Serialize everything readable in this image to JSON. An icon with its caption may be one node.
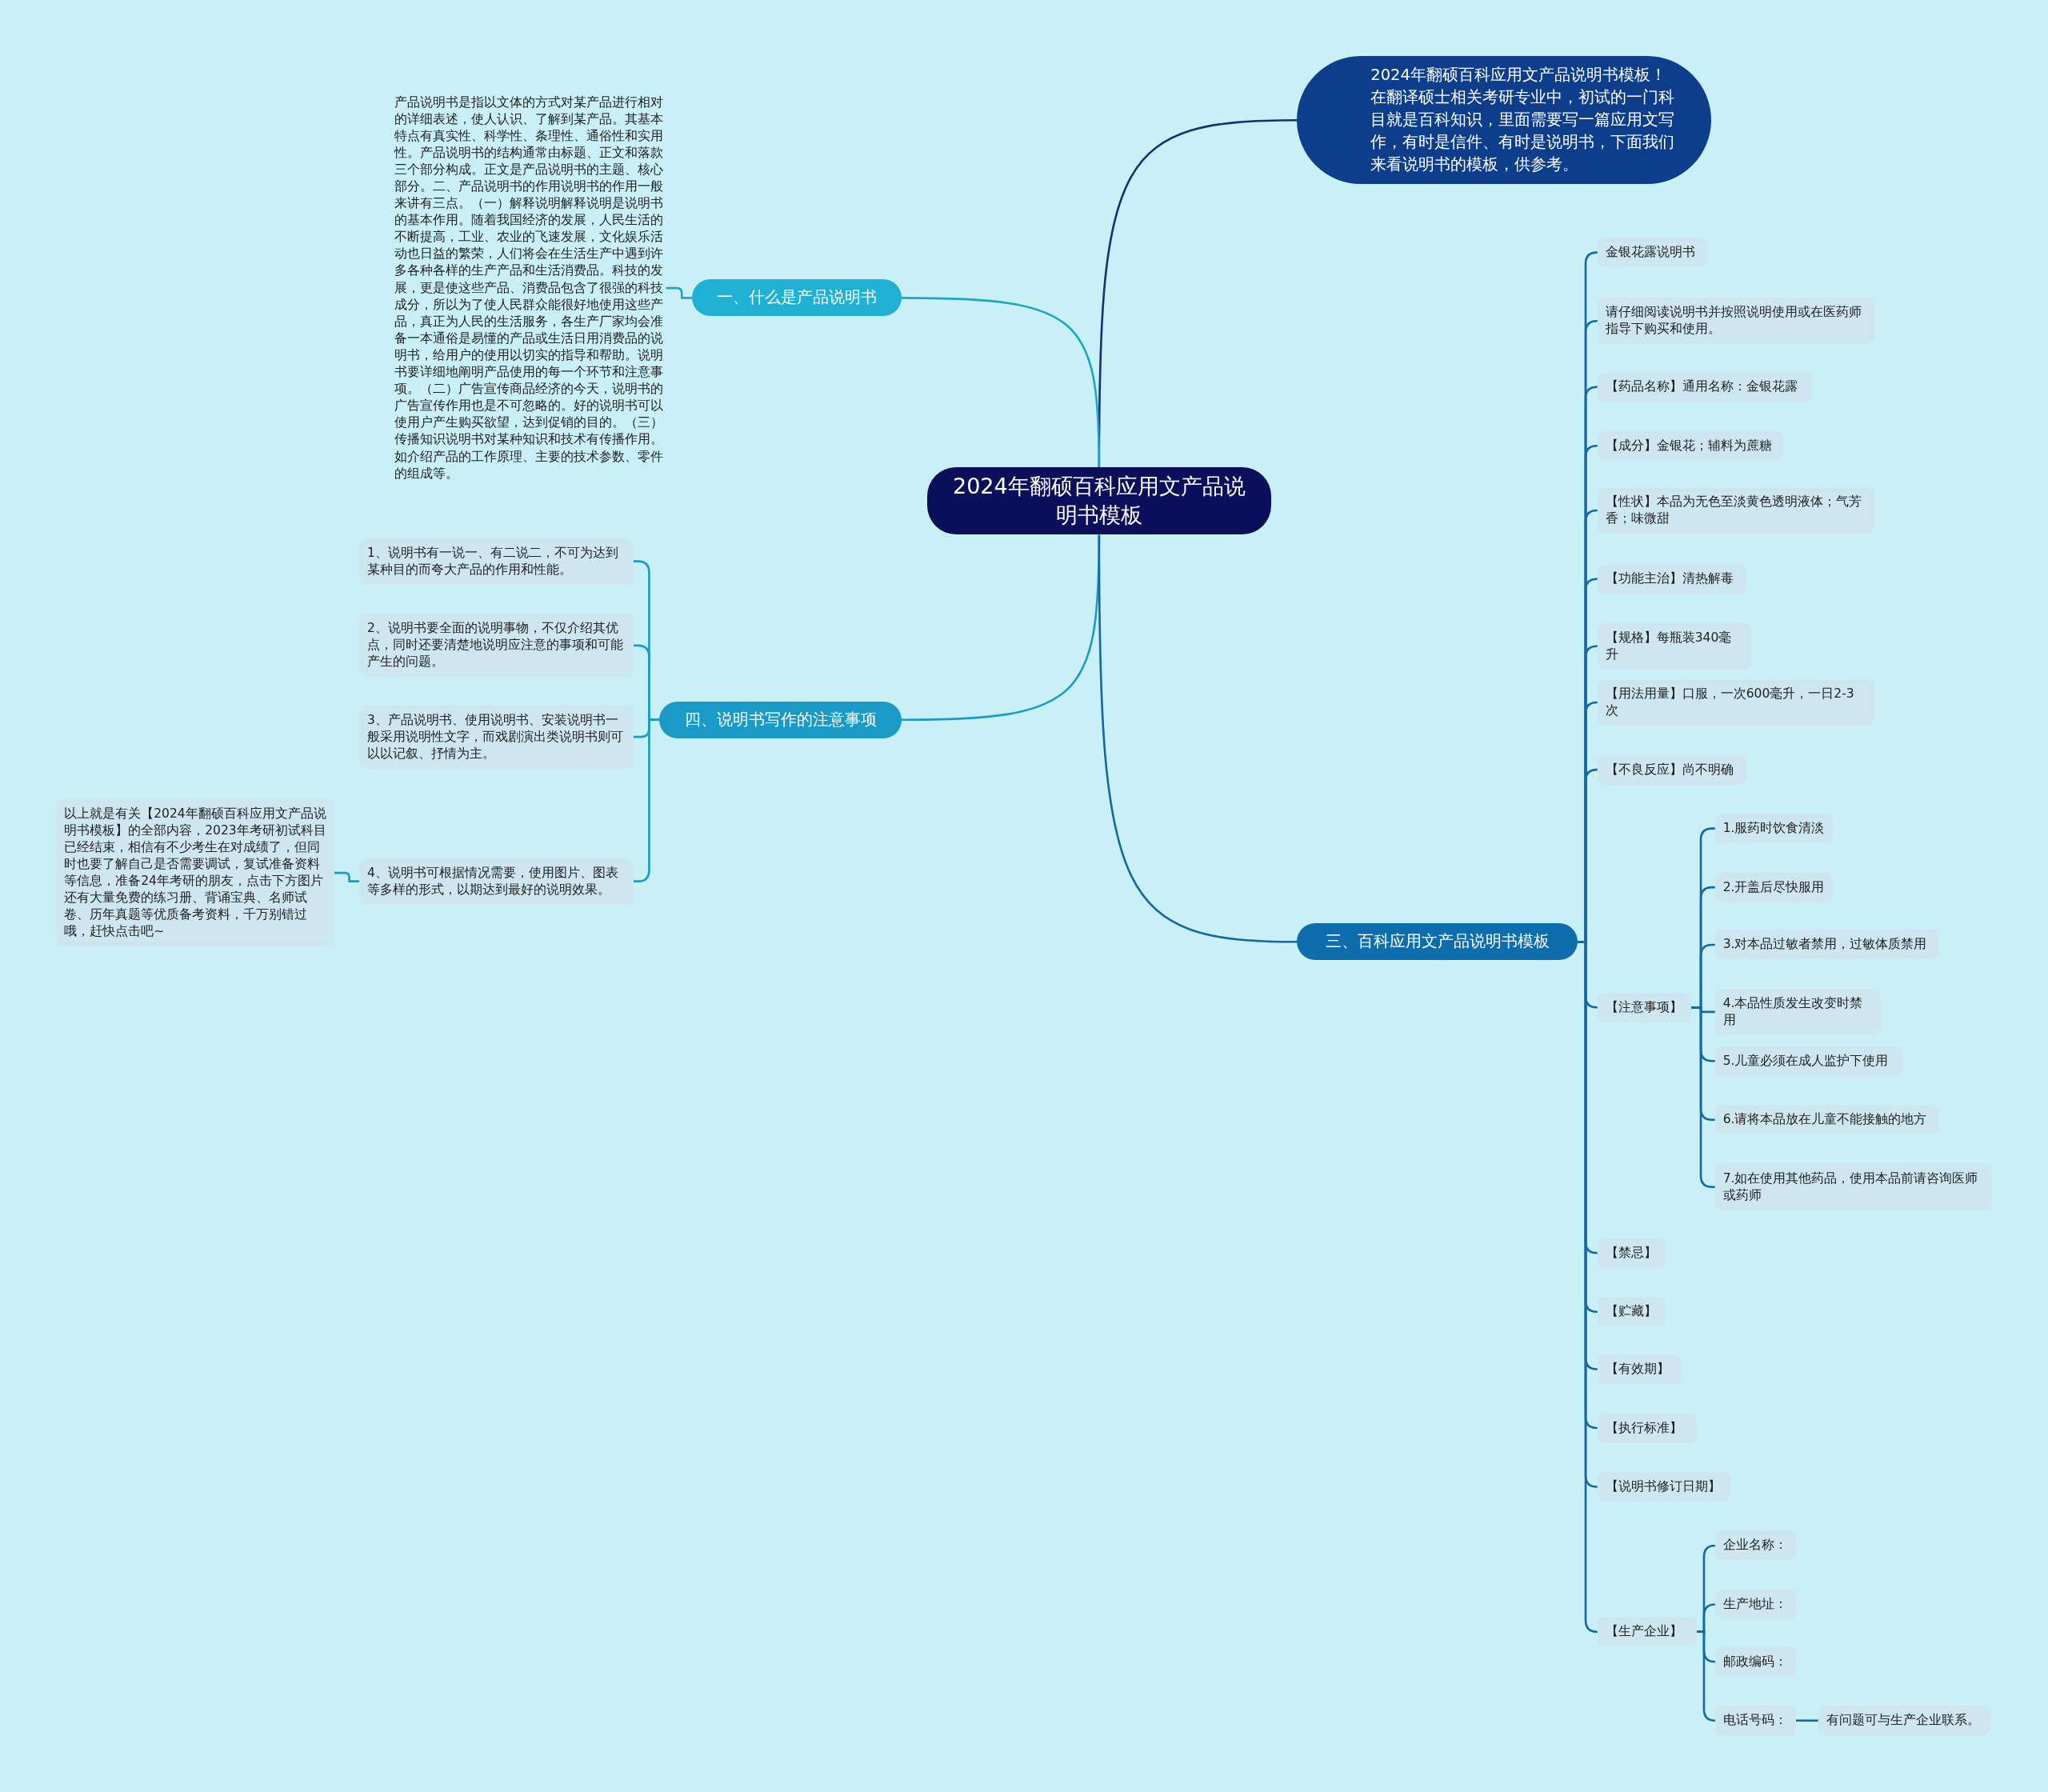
{
  "diagram": {
    "nodes": [
      {
        "text": [
          "2024年翻硕百科应用文产品说明书模板"
        ]
      },
      {
        "text": [
          "2024年翻硕百科应用文产品说明书模板！在翻译硕士相关考研专业中，初试的一门科目就是百科知识，里面需要写一篇应用文写作，有时是信件、有时是说明书，下面我们来看说明书的模板，供参考。"
        ]
      },
      {
        "text": [
          "一、什么是产品说明书"
        ]
      },
      {
        "text": [
          "产品说明书是指以文体的方式对某产品进行相对的详细表述，使人认识、了解到某产品。其基本特点有真实性、科学性、条理性、通俗性和实用性。产品说明书的结构通常由标题、正文和落款三个部分构成。正文是产品说明书的主题、核心部分。二、产品说明书的作用说明书的作用一般来讲有三点。（一）解释说明解释说明是说明书的基本作用。随着我国经济的发展，人民生活的不断提高，工业、农业的飞速发展，文化娱乐活动也日益的繁荣，人们将会在生活生产中遇到许多各种各样的生产产品和生活消费品。科技的发展，更是使这些产品、消费品包含了很强的科技成分，所以为了使人民群众能很好地使用这些产品，真正为人民的生活服务，各生产厂家均会准备一本通俗是易懂的产品或生活日用消费品的说明书，给用户的使用以切实的指导和帮助。说明书要详细地阐明产品使用的每一个环节和注意事项。（二）广告宣传商品经济的今天，说明书的广告宣传作用也是不可忽略的。好的说明书可以使用户产生购买欲望，达到促销的目的。（三）传播知识说明书对某种知识和技术有传播作用。如介绍产品的工作原理、主要的技术参数、零件的组成等。"
        ]
      },
      {
        "text": [
          "四、说明书写作的注意事项"
        ]
      },
      {
        "text": [
          "1、说明书有一说一、有二说二，不可为达到某种目的而夸大产品的作用和性能。"
        ]
      },
      {
        "text": [
          "2、说明书要全面的说明事物，不仅介绍其优点，同时还要清楚地说明应注意的事项和可能产生的问题。"
        ]
      },
      {
        "text": [
          "3、产品说明书、使用说明书、安装说明书一般采用说明性文字，而戏剧演出类说明书则可以以记叙、抒情为主。"
        ]
      },
      {
        "text": [
          "4、说明书可根据情况需要，使用图片、图表等多样的形式，以期达到最好的说明效果。"
        ]
      },
      {
        "text": [
          "以上就是有关【2024年翻硕百科应用文产品说明书模板】的全部内容，2023年考研初试科目已经结束，相信有不少考生在对成绩了，但同时也要了解自己是否需要调试，复试准备资料等信息，准备24年考研的朋友，点击下方图片还有大量免费的练习册、背诵宝典、名师试卷、历年真题等优质备考资料，千万别错过哦，赶快点击吧~"
        ]
      },
      {
        "text": [
          "三、百科应用文产品说明书模板"
        ]
      },
      {
        "text": [
          "金银花露说明书"
        ]
      },
      {
        "text": [
          "请仔细阅读说明书并按照说明使用或在医药师指导下购买和使用。"
        ]
      },
      {
        "text": [
          "【药品名称】通用名称：金银花露"
        ]
      },
      {
        "text": [
          "【成分】金银花；辅料为蔗糖"
        ]
      },
      {
        "text": [
          "【性状】本品为无色至淡黄色透明液体；气芳香；味微甜"
        ]
      },
      {
        "text": [
          "【功能主治】清热解毒"
        ]
      },
      {
        "text": [
          "【规格】每瓶装340毫升"
        ]
      },
      {
        "text": [
          "【用法用量】口服，一次600毫升，一日2-3次"
        ]
      },
      {
        "text": [
          "【不良反应】尚不明确"
        ]
      },
      {
        "text": [
          "【注意事项】"
        ]
      },
      {
        "text": [
          "1.服药时饮食清淡"
        ]
      },
      {
        "text": [
          "2.开盖后尽快服用"
        ]
      },
      {
        "text": [
          "3.对本品过敏者禁用，过敏体质禁用"
        ]
      },
      {
        "text": [
          "4.本品性质发生改变时禁用"
        ]
      },
      {
        "text": [
          "5.儿童必须在成人监护下使用"
        ]
      },
      {
        "text": [
          "6.请将本品放在儿童不能接触的地方"
        ]
      },
      {
        "text": [
          "7.如在使用其他药品，使用本品前请咨询医师或药师"
        ]
      },
      {
        "text": [
          "【禁忌】"
        ]
      },
      {
        "text": [
          "【贮藏】"
        ]
      },
      {
        "text": [
          "【有效期】"
        ]
      },
      {
        "text": [
          "【执行标准】"
        ]
      },
      {
        "text": [
          "【说明书修订日期】"
        ]
      },
      {
        "text": [
          "【生产企业】"
        ]
      },
      {
        "text": [
          "企业名称："
        ]
      },
      {
        "text": [
          "生产地址："
        ]
      },
      {
        "text": [
          "邮政编码："
        ]
      },
      {
        "text": [
          "电话号码："
        ]
      },
      {
        "text": [
          "有问题可与生产企业联系。"
        ]
      }
    ],
    "edges": [
      {
        "from": 0,
        "to": 1,
        "arrow": "none",
        "color": "#14307a"
      },
      {
        "from": 0,
        "to": 2,
        "arrow": "none",
        "color": "#1aa6c8"
      },
      {
        "from": 2,
        "to": 3,
        "arrow": "none",
        "color": "#1aa6c8"
      },
      {
        "from": 0,
        "to": 4,
        "arrow": "none",
        "color": "#1a9ac6"
      },
      {
        "from": 4,
        "to": 5,
        "arrow": "none",
        "color": "#1a9ac6"
      },
      {
        "from": 4,
        "to": 6,
        "arrow": "none",
        "color": "#1a9ac6"
      },
      {
        "from": 4,
        "to": 7,
        "arrow": "none",
        "color": "#1a9ac6"
      },
      {
        "from": 4,
        "to": 8,
        "arrow": "none",
        "color": "#1a9ac6"
      },
      {
        "from": 8,
        "to": 9,
        "arrow": "none",
        "color": "#1a9ac6"
      },
      {
        "from": 0,
        "to": 10,
        "arrow": "none"
      },
      {
        "from": 10,
        "to": 11,
        "arrow": "none"
      },
      {
        "from": 10,
        "to": 12,
        "arrow": "none"
      },
      {
        "from": 10,
        "to": 13,
        "arrow": "none"
      },
      {
        "from": 10,
        "to": 14,
        "arrow": "none"
      },
      {
        "from": 10,
        "to": 15,
        "arrow": "none"
      },
      {
        "from": 10,
        "to": 16,
        "arrow": "none"
      },
      {
        "from": 10,
        "to": 17,
        "arrow": "none"
      },
      {
        "from": 10,
        "to": 18,
        "arrow": "none"
      },
      {
        "from": 10,
        "to": 19,
        "arrow": "none"
      },
      {
        "from": 10,
        "to": 20,
        "arrow": "none"
      },
      {
        "from": 20,
        "to": 21,
        "arrow": "none"
      },
      {
        "from": 20,
        "to": 22,
        "arrow": "none"
      },
      {
        "from": 20,
        "to": 23,
        "arrow": "none"
      },
      {
        "from": 20,
        "to": 24,
        "arrow": "none"
      },
      {
        "from": 20,
        "to": 25,
        "arrow": "none"
      },
      {
        "from": 20,
        "to": 26,
        "arrow": "none"
      },
      {
        "from": 20,
        "to": 27,
        "arrow": "none"
      },
      {
        "from": 10,
        "to": 28,
        "arrow": "none"
      },
      {
        "from": 10,
        "to": 29,
        "arrow": "none"
      },
      {
        "from": 10,
        "to": 30,
        "arrow": "none"
      },
      {
        "from": 10,
        "to": 31,
        "arrow": "none"
      },
      {
        "from": 10,
        "to": 32,
        "arrow": "none"
      },
      {
        "from": 10,
        "to": 33,
        "arrow": "none"
      },
      {
        "from": 33,
        "to": 34,
        "arrow": "none"
      },
      {
        "from": 33,
        "to": 35,
        "arrow": "none"
      },
      {
        "from": 33,
        "to": 36,
        "arrow": "none"
      },
      {
        "from": 33,
        "to": 37,
        "arrow": "none"
      },
      {
        "from": 37,
        "to": 38,
        "arrow": "none"
      }
    ]
  }
}
